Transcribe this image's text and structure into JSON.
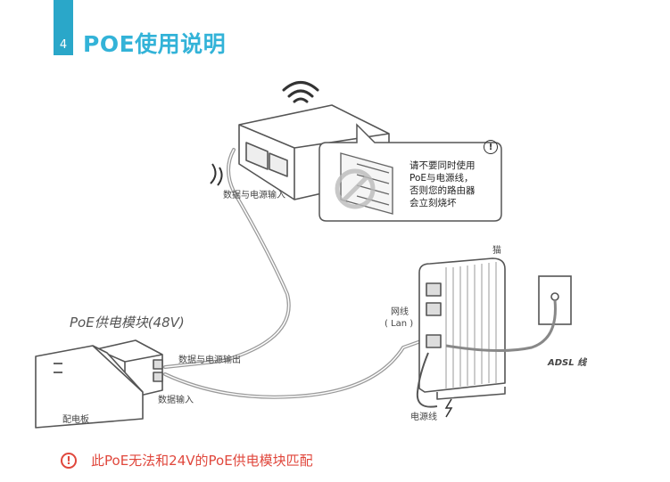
{
  "header": {
    "section_number": "4",
    "title": "POE使用说明"
  },
  "labels": {
    "router_input": "数据与电源输入",
    "modem": "猫",
    "network_cable": "网线",
    "lan": "( Lan )",
    "adsl_line": "ADSL 线",
    "power_cable": "电源线",
    "poe_output": "数据与电源输出",
    "data_input": "数据输入",
    "power_strip": "配电板"
  },
  "poe_module": {
    "title": "PoE供电模块(48V)"
  },
  "warning_bubble": {
    "line1": "请不要同时使用",
    "line2": "PoE与电源线，",
    "line3": "否则您的路由器",
    "line4": "会立刻烧坏"
  },
  "footer_warning": {
    "text": "此PoE无法和24V的PoE供电模块匹配"
  },
  "colors": {
    "accent": "#33b3d8",
    "warning": "#e0473c"
  },
  "icons": [
    "wifi-icon",
    "alert-icon",
    "no-sign-icon",
    "warning-icon"
  ]
}
